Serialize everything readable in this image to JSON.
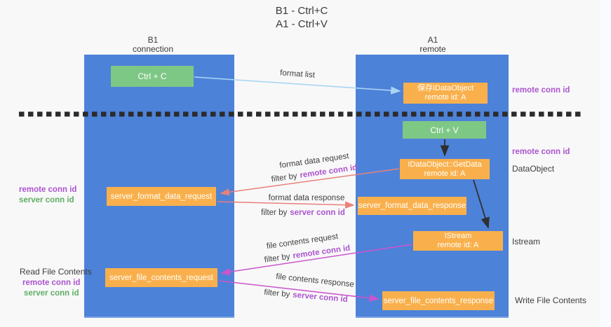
{
  "title": {
    "line1": "B1 - Ctrl+C",
    "line2": "A1 - Ctrl+V"
  },
  "columns": {
    "left": {
      "name": "B1",
      "subtitle": "connection"
    },
    "right": {
      "name": "A1",
      "subtitle": "remote"
    }
  },
  "nodes": {
    "ctrl_c": "Ctrl + C",
    "ctrl_v": "Ctrl + V",
    "save_dataobject": {
      "line1": "保存IDataObject",
      "line2": "remote id: A"
    },
    "getdata": {
      "line1": "IDataObject::GetData",
      "line2": "remote id: A"
    },
    "istream": {
      "line1": "IStream",
      "line2": "remote id: A"
    },
    "server_format_data_request": "server_format_data_request",
    "server_format_data_response": "server_format_data_response",
    "server_file_contents_request": "server_file_contents_request",
    "server_file_contents_response": "server_file_contents_response"
  },
  "flow_labels": {
    "format_list": "format list",
    "format_data_request": "format data request",
    "format_data_response": "format data response",
    "file_contents_request": "file contents request",
    "file_contents_response": "file contents response",
    "filter_by": "filter by",
    "remote_conn_id": "remote conn id",
    "server_conn_id": "server conn id"
  },
  "side_labels": {
    "remote_conn_id": "remote conn id",
    "server_conn_id": "server conn id",
    "dataobject": "DataObject",
    "istream": "Istream",
    "read_file_contents": "Read File Contents",
    "write_file_contents": "Write File Contents"
  },
  "colors": {
    "background": "#f8f8f9",
    "column_blue": "#4d82d9",
    "box_green": "#7ec885",
    "box_orange": "#f9b04c",
    "arrow_light_blue": "#aad5f2",
    "arrow_salmon": "#e8817a",
    "arrow_magenta": "#cc55cc",
    "arrow_black": "#2f2f2f",
    "text_purple": "#ab55cd",
    "text_green": "#5fae63",
    "dashed_divider": "#2b2b2b"
  }
}
